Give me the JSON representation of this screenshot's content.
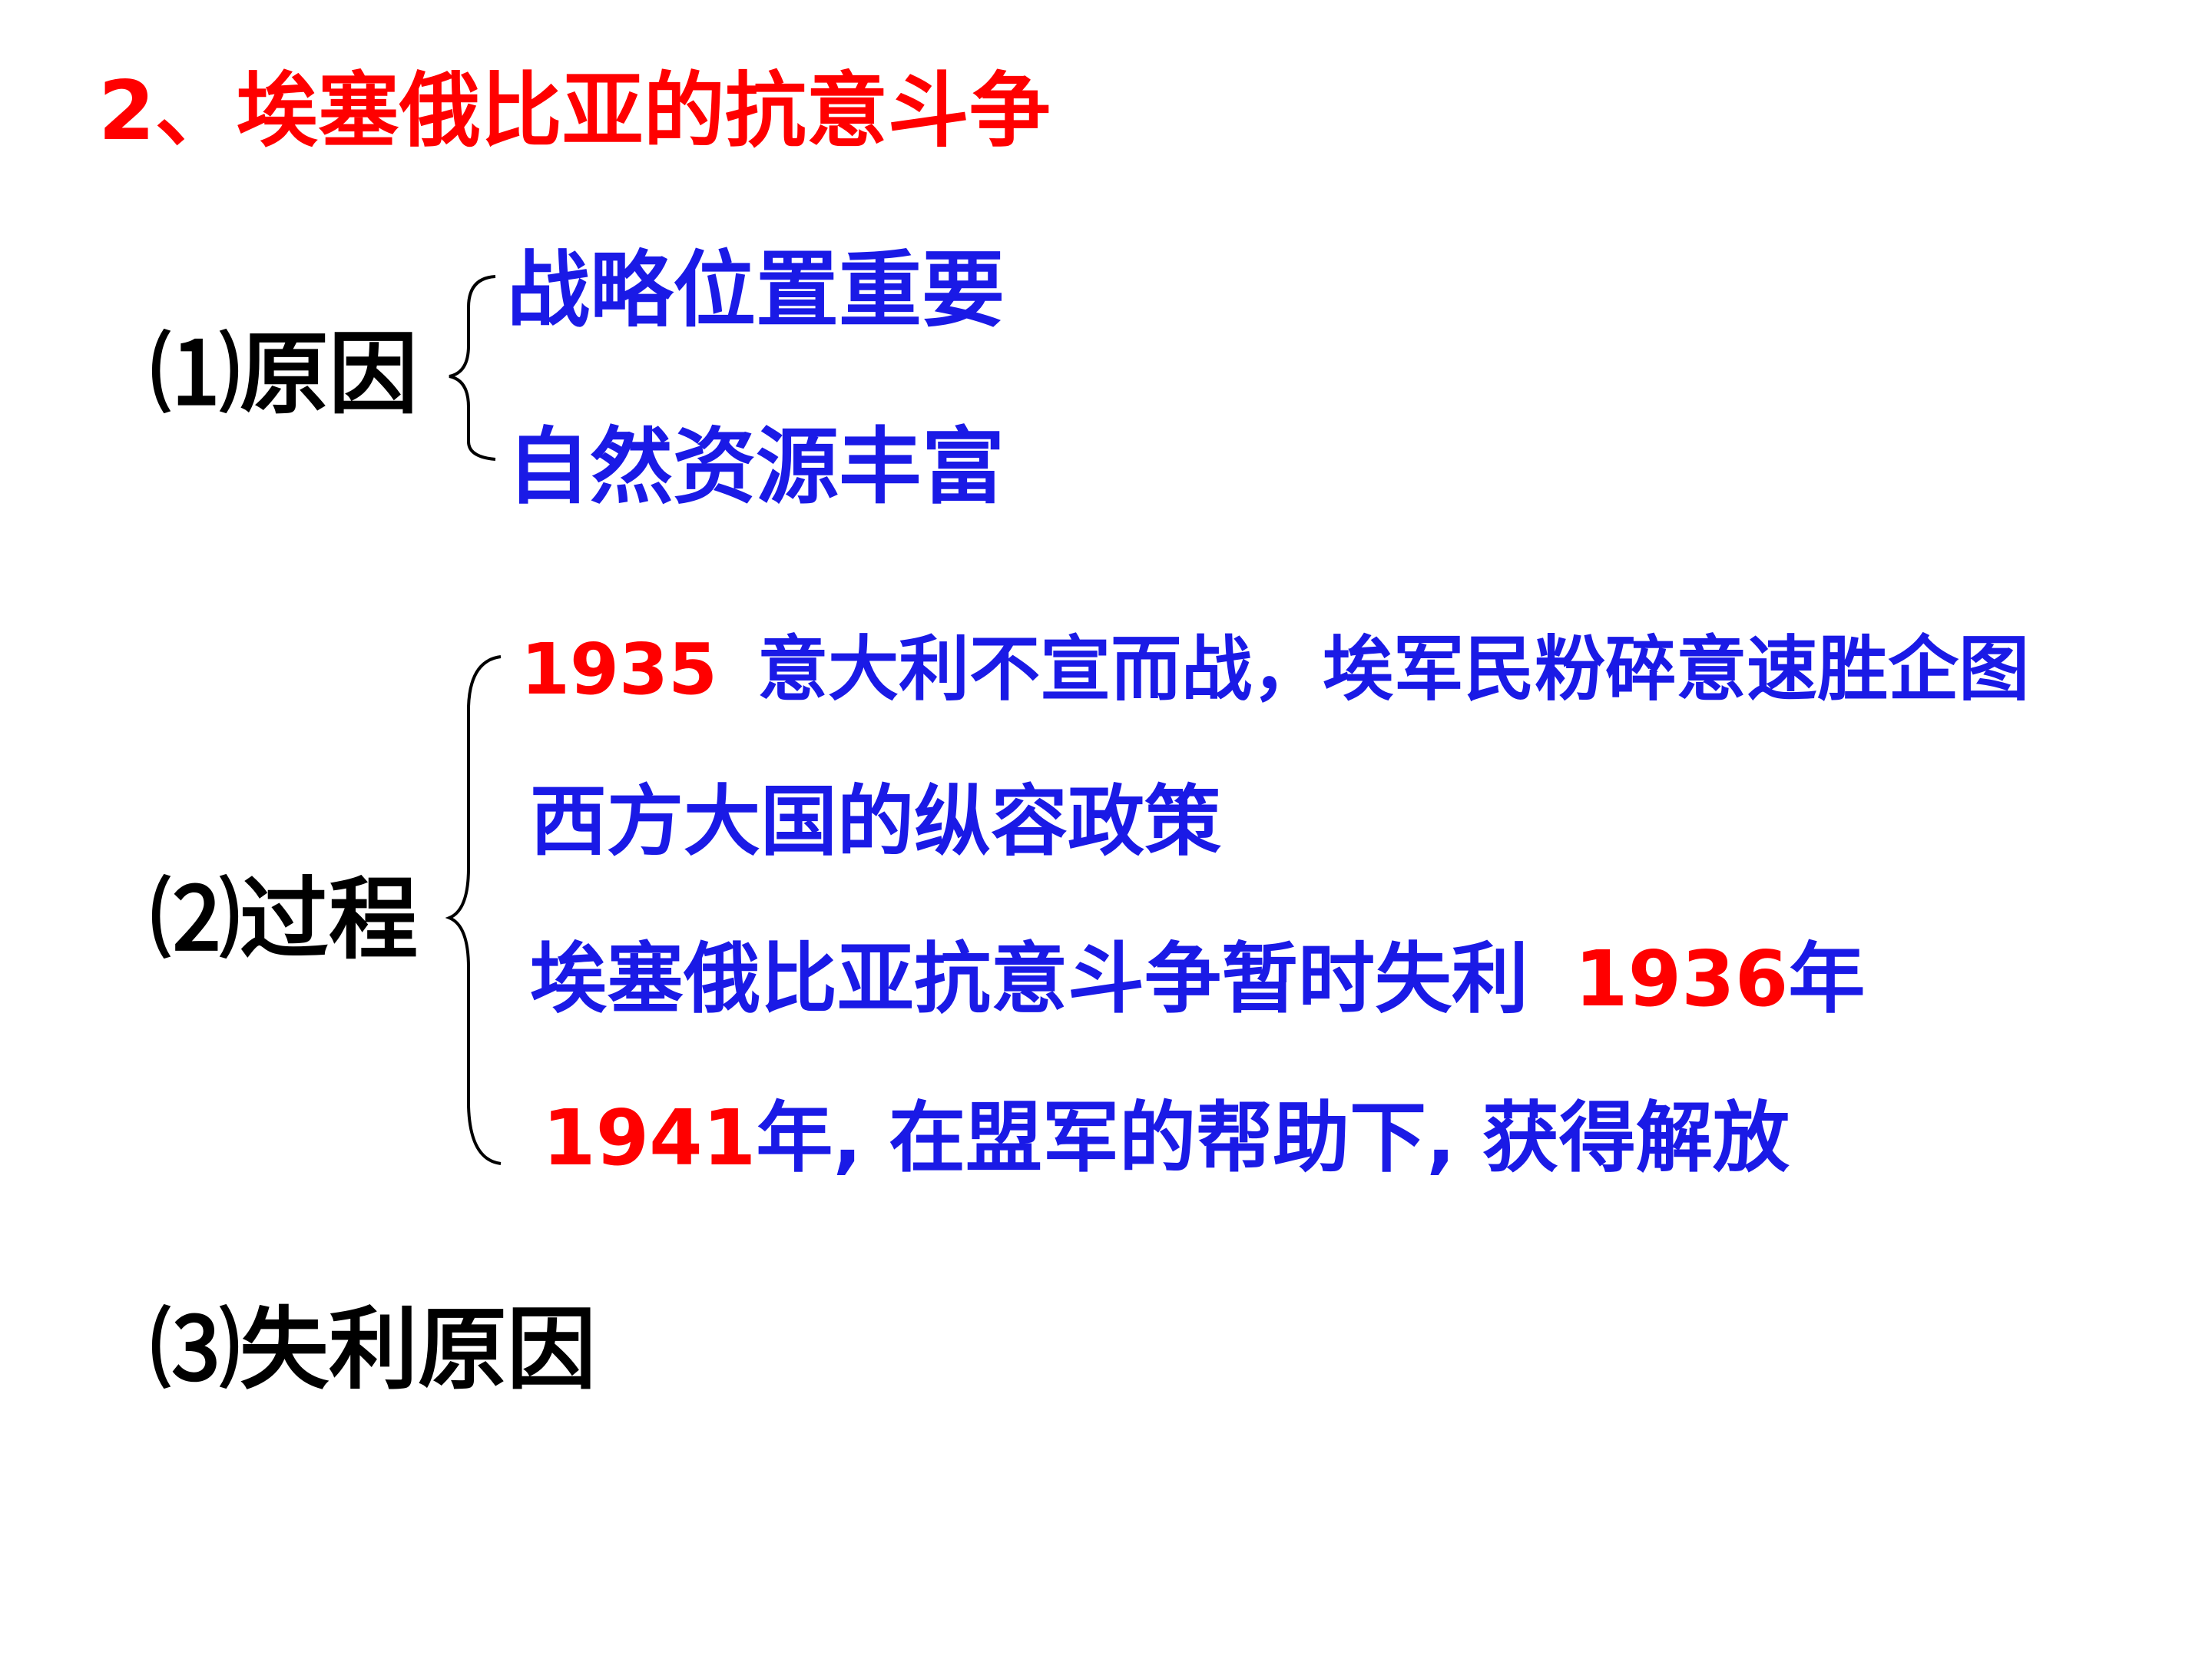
{
  "slide": {
    "title": "2、埃塞俄比亚的抗意斗争",
    "sections": {
      "cause": {
        "label": "⑴原因",
        "items": [
          "战略位置重要",
          "自然资源丰富"
        ]
      },
      "process": {
        "label": "⑵过程",
        "item1_year": "1935",
        "item1_text": "意大利不宣而战，埃军民粉碎意速胜企图",
        "item2_text": "西方大国的纵容政策",
        "item3_text": "埃塞俄比亚抗意斗争暂时失利",
        "item3_year": "1936",
        "item3_year_suffix": "年",
        "item4_year": "1941",
        "item4_text": "年, 在盟军的帮助下, 获得解放"
      },
      "failure": {
        "label": "⑶失利原因"
      }
    },
    "colors": {
      "title": "#ff0000",
      "labels": "#000000",
      "content": "#1a1ae6",
      "years": "#ff0000"
    }
  }
}
